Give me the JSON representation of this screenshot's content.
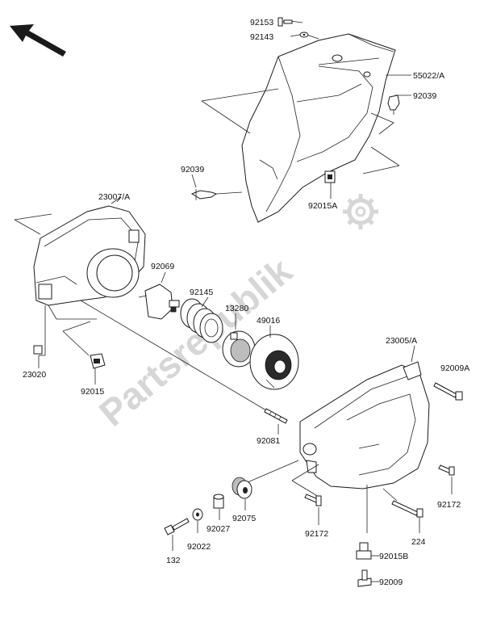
{
  "watermark": {
    "text": "Partsrepublik"
  },
  "colors": {
    "ink": "#111111",
    "watermark": "#d6d6d6",
    "background": "#ffffff"
  },
  "icons": {
    "direction_arrow": "arrow-front-icon",
    "watermark_gear": "gear-icon"
  },
  "labels": [
    {
      "id": "92153",
      "text": "92153"
    },
    {
      "id": "92143",
      "text": "92143"
    },
    {
      "id": "55022A",
      "text": "55022/A"
    },
    {
      "id": "92039a",
      "text": "92039"
    },
    {
      "id": "92039b",
      "text": "92039"
    },
    {
      "id": "92015A",
      "text": "92015A"
    },
    {
      "id": "23007A",
      "text": "23007/A"
    },
    {
      "id": "92069",
      "text": "92069"
    },
    {
      "id": "92145",
      "text": "92145"
    },
    {
      "id": "13280",
      "text": "13280"
    },
    {
      "id": "49016",
      "text": "49016"
    },
    {
      "id": "23020",
      "text": "23020"
    },
    {
      "id": "92015",
      "text": "92015"
    },
    {
      "id": "23005A",
      "text": "23005/A"
    },
    {
      "id": "92009A",
      "text": "92009A"
    },
    {
      "id": "92081",
      "text": "92081"
    },
    {
      "id": "92172a",
      "text": "92172"
    },
    {
      "id": "92172b",
      "text": "92172"
    },
    {
      "id": "92075",
      "text": "92075"
    },
    {
      "id": "92027",
      "text": "92027"
    },
    {
      "id": "92022",
      "text": "92022"
    },
    {
      "id": "132",
      "text": "132"
    },
    {
      "id": "224",
      "text": "224"
    },
    {
      "id": "92015B",
      "text": "92015B"
    },
    {
      "id": "92009",
      "text": "92009"
    }
  ]
}
